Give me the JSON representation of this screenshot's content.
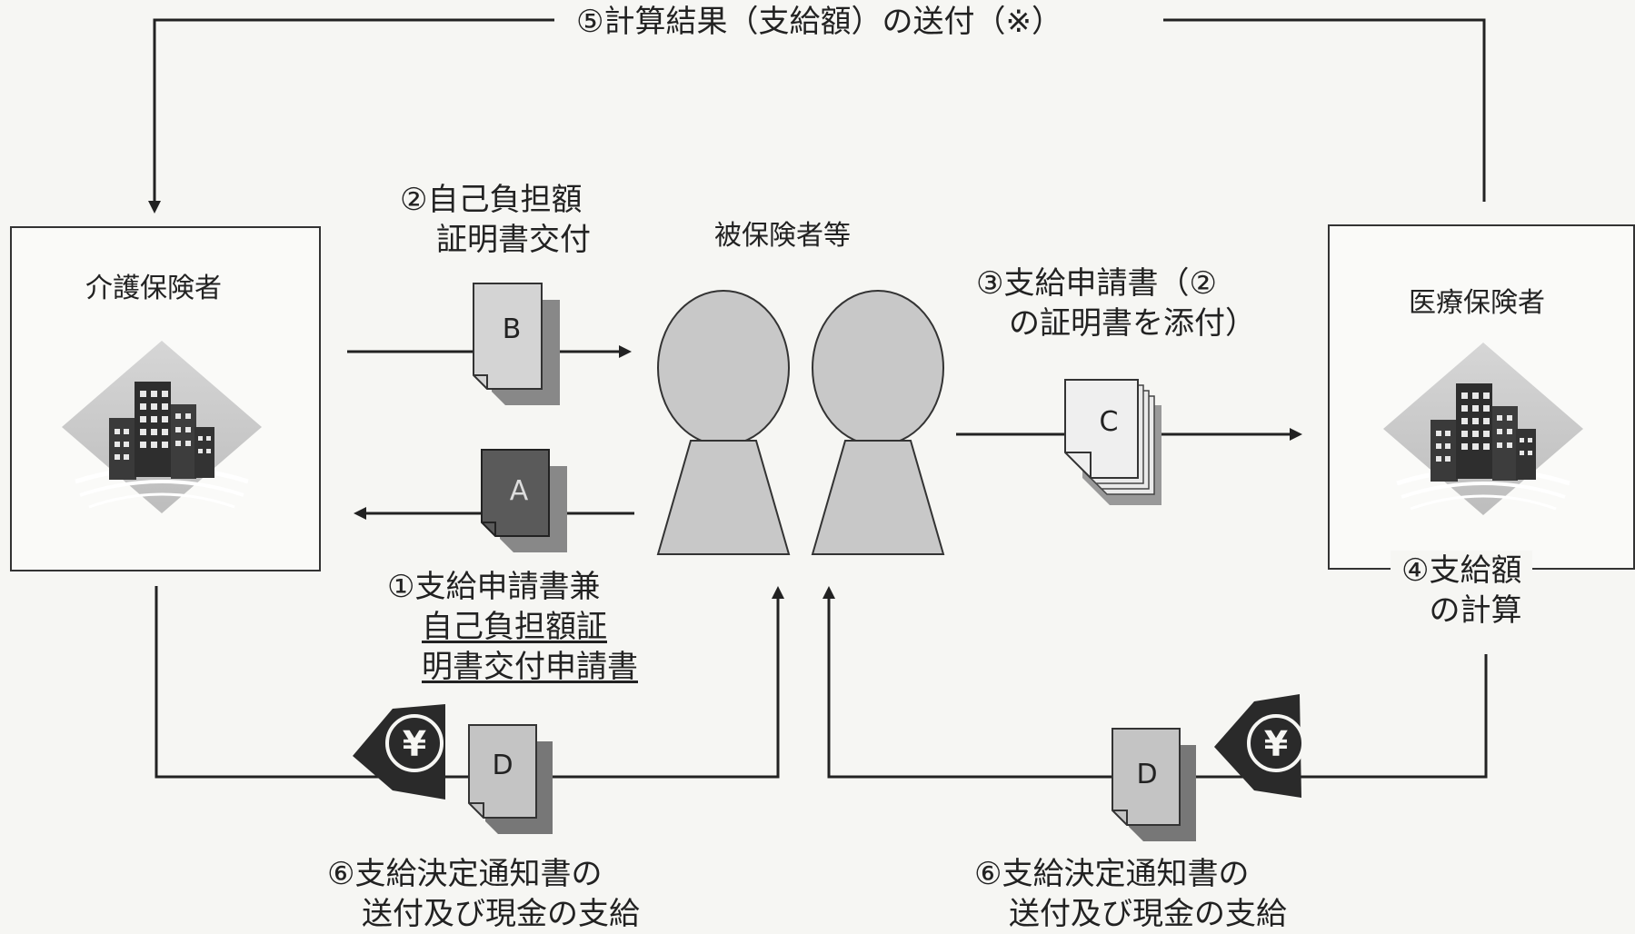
{
  "top_flow": "⑤計算結果（支給額）の送付（※）",
  "left_entity": "介護保険者",
  "right_entity": "医療保険者",
  "center_entity": "被保険者等",
  "step2": [
    "②自己負担額",
    "証明書交付"
  ],
  "step1": [
    "①支給申請書兼",
    "自己負担額証",
    "明書交付申請書"
  ],
  "step3": [
    "③支給申請書（②",
    "の証明書を添付）"
  ],
  "step4": [
    "④支給額",
    "の計算"
  ],
  "step6_left": [
    "⑥支給決定通知書の",
    "送付及び現金の支給"
  ],
  "step6_right": [
    "⑥支給決定通知書の",
    "送付及び現金の支給"
  ],
  "docs": {
    "a": "A",
    "b": "B",
    "c": "C",
    "d": "D"
  },
  "yen_symbol": "¥",
  "colors": {
    "line": "#222222",
    "person": "#c8c8c8",
    "doc_light": "#d4d4d4",
    "doc_dark": "#5a5a5a",
    "building": "#3a3a3a",
    "diamond": "#cfcfcf",
    "yen_bg": "#2a2a2a"
  }
}
